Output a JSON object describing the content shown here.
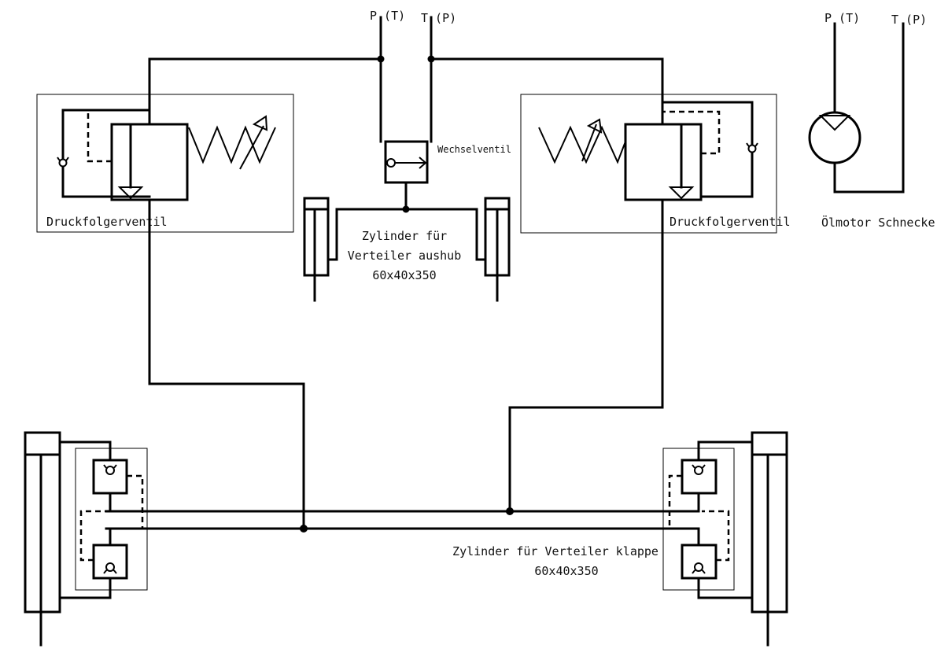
{
  "ports": {
    "center_p": "P (T)",
    "center_t": "T (P)",
    "motor_p": "P (T)",
    "motor_t": "T (P)"
  },
  "labels": {
    "seq_valve_left": "Druckfolgerventil",
    "seq_valve_right": "Druckfolgerventil",
    "shuttle_valve": "Wechselventil",
    "lift_cyl_line1": "Zylinder für",
    "lift_cyl_line2": "Verteiler aushub",
    "lift_cyl_line3": "60x40x350",
    "flap_cyl_line1": "Zylinder für Verteiler klappe",
    "flap_cyl_line2": "60x40x350",
    "motor": "Ölmotor Schnecke"
  }
}
